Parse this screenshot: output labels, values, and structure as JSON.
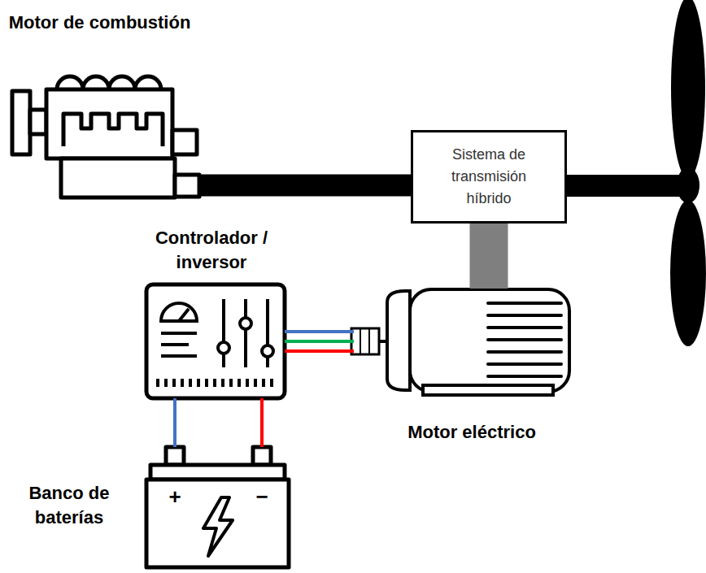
{
  "diagram": {
    "nodes": [
      {
        "text": [
          "Motor de combustión"
        ]
      },
      {
        "text": [
          "Sistema de transmisión híbrido"
        ]
      },
      {
        "text": [
          "Controlador / inversor"
        ]
      },
      {
        "text": [
          "Motor eléctrico"
        ]
      },
      {
        "text": [
          "Banco de baterías"
        ]
      }
    ],
    "edges": [
      {
        "from": 0,
        "to": 1,
        "arrow": "none"
      },
      {
        "from": 1,
        "to": 3,
        "arrow": "none"
      },
      {
        "from": 2,
        "to": 3,
        "arrow": "none"
      },
      {
        "from": 2,
        "to": 4,
        "arrow": "none"
      }
    ],
    "labels": [
      "+",
      "−"
    ]
  }
}
